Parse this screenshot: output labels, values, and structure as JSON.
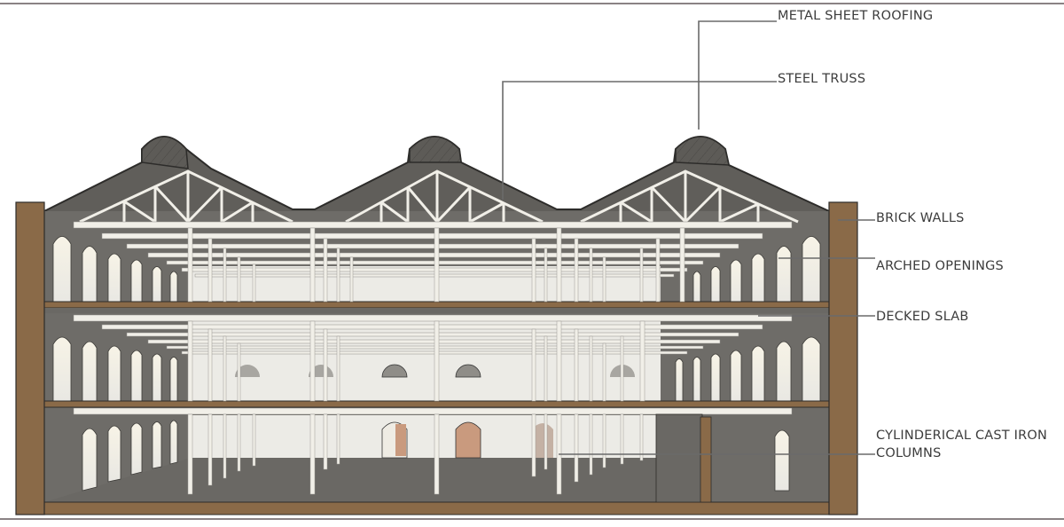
{
  "diagram": {
    "type": "architectural-section",
    "subject": "Three-storey industrial building with triple-pitched roof",
    "colors": {
      "brick": "#8a6a48",
      "interior_wall": "#6e6c68",
      "roof_fill": "#5f5d59",
      "structure": "#f1efe8",
      "back_wall": "#ecebe6",
      "leader_line": "#6a6a6a",
      "door_tint": "#c99a7e"
    },
    "labels": [
      {
        "id": "metal-sheet-roofing",
        "text": "METAL SHEET ROOFING"
      },
      {
        "id": "steel-truss",
        "text": "STEEL TRUSS"
      },
      {
        "id": "brick-walls",
        "text": "BRICK WALLS"
      },
      {
        "id": "arched-openings",
        "text": "ARCHED OPENINGS"
      },
      {
        "id": "decked-slab",
        "text": "DECKED SLAB"
      },
      {
        "id": "cast-iron-columns-line1",
        "text": "CYLINDERICAL CAST IRON"
      },
      {
        "id": "cast-iron-columns-line2",
        "text": "COLUMNS"
      }
    ]
  }
}
